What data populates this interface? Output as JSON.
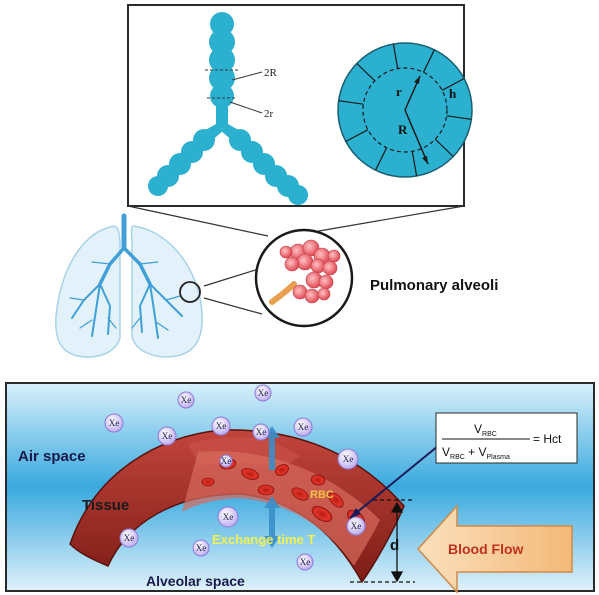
{
  "geometry_panel": {
    "labels": {
      "outer_diameter": "2R",
      "inner_diameter": "2r",
      "inner_radius": "r",
      "outer_radius": "R",
      "wall_thickness": "h"
    }
  },
  "lung_panel": {
    "caption": "Pulmonary alveoli"
  },
  "blood_panel": {
    "air_space": "Air space",
    "tissue": "Tissue",
    "alveolar_space": "Alveolar space",
    "rbc": "RBC",
    "exchange_time": "Exchange time T",
    "thickness": "d",
    "blood_flow": "Blood Flow",
    "xenon": "Xe",
    "formula": {
      "numerator": "V",
      "numerator_sub": "RBC",
      "den_a": "V",
      "den_a_sub": "RBC",
      "den_plus": " + ",
      "den_b": "V",
      "den_b_sub": "Plasma",
      "result": "= Hct"
    }
  },
  "colors": {
    "teal": "#2bb0d0",
    "tissue_red": "#9e2a22",
    "blood_flow_arrow": "#f5c894",
    "blood_flow_text": "#c0311f"
  }
}
